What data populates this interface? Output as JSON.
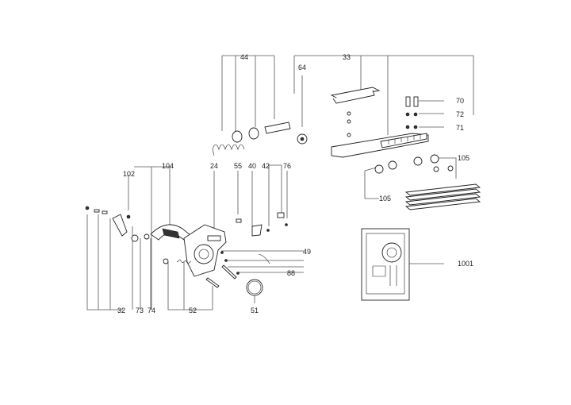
{
  "diagram": {
    "labels": {
      "p44": "44",
      "p64": "64",
      "p33": "33",
      "p70": "70",
      "p72": "72",
      "p71": "71",
      "p105a": "105",
      "p105b": "105",
      "p102": "102",
      "p104": "104",
      "p24": "24",
      "p55": "55",
      "p40": "40",
      "p42": "42",
      "p76": "76",
      "p49": "49",
      "p88": "88",
      "p51": "51",
      "p32": "32",
      "p73": "73",
      "p74": "74",
      "p52": "52",
      "p1001": "1001"
    }
  }
}
